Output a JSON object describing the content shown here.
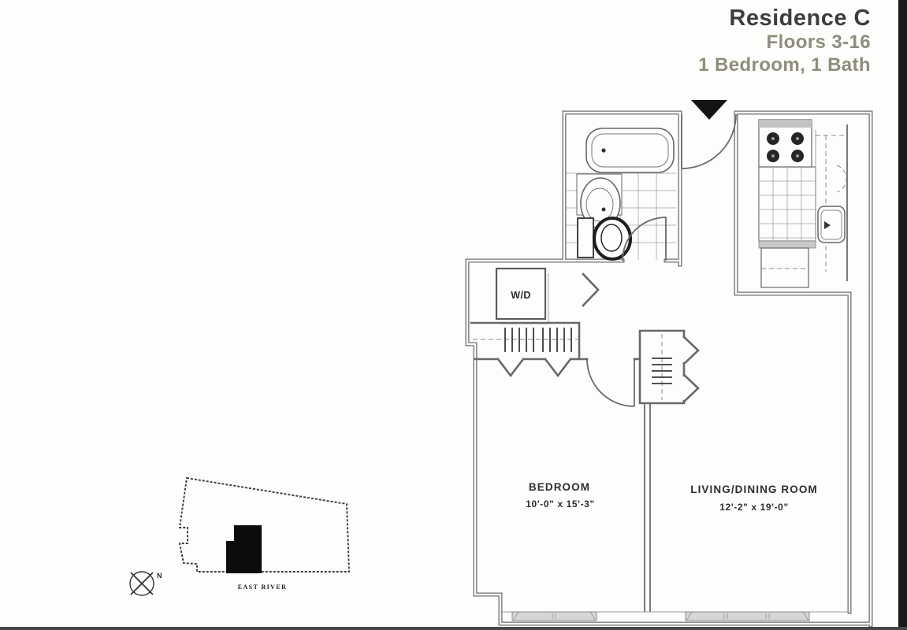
{
  "header": {
    "title": "Residence C",
    "floors": "Floors 3-16",
    "layout": "1 Bedroom, 1 Bath",
    "title_color": "#3d3d3d",
    "subtitle_color": "#8f8d7b"
  },
  "floor_plan": {
    "washer_dryer_label": "W/D",
    "rooms": [
      {
        "name": "BEDROOM",
        "dimensions": "10'-0\" x 15'-3\""
      },
      {
        "name": "LIVING/DINING ROOM",
        "dimensions": "12'-2\" x 19'-0\""
      }
    ]
  },
  "site_map": {
    "river_label": "EAST RIVER",
    "compass_label": "N"
  }
}
